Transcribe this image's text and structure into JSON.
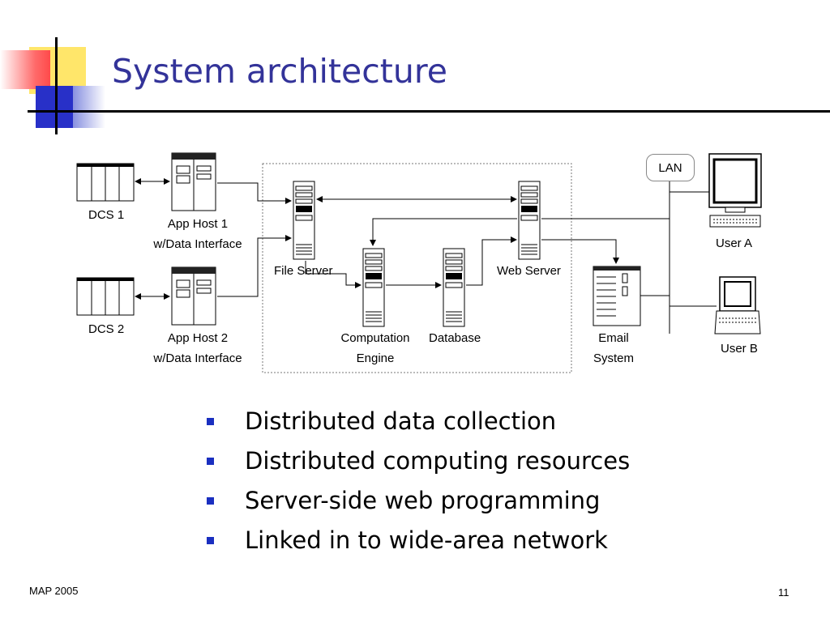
{
  "slide": {
    "title": "System architecture",
    "footer_left": "MAP 2005",
    "page_number": "11"
  },
  "diagram": {
    "nodes": {
      "dcs1": "DCS 1",
      "dcs2": "DCS 2",
      "app_host1_line1": "App Host 1",
      "app_host1_line2": "w/Data Interface",
      "app_host2_line1": "App Host 2",
      "app_host2_line2": "w/Data Interface",
      "file_server": "File Server",
      "web_server": "Web Server",
      "computation_line1": "Computation",
      "computation_line2": "Engine",
      "database": "Database",
      "email_line1": "Email",
      "email_line2": "System",
      "lan": "LAN",
      "user_a": "User A",
      "user_b": "User B"
    }
  },
  "bullets": [
    "Distributed data collection",
    "Distributed computing resources",
    "Server-side web programming",
    "Linked in to wide-area network"
  ],
  "colors": {
    "title": "#333399",
    "bullet": "#1a2fc0",
    "deco_yellow": "#ffe66a",
    "deco_red": "#ff5a5a",
    "deco_blue": "#2830c8"
  }
}
